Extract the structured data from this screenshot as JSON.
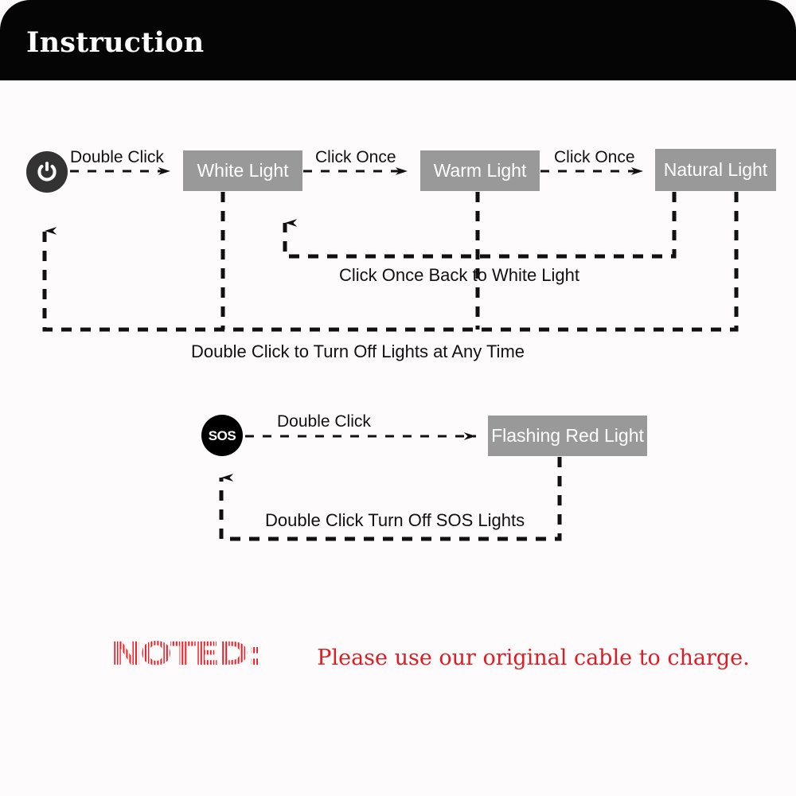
{
  "header": {
    "title": "Instruction",
    "background": "#050505",
    "text_color": "#ffffff"
  },
  "palette": {
    "state_box_fill": "#999999",
    "state_box_text": "#ffffff",
    "power_button_fill": "#333333",
    "sos_button_fill": "#000000",
    "line_color": "#111111",
    "note_red": "#e01b22",
    "page_background": "#fdfbfb"
  },
  "diagram": {
    "buttons": [
      {
        "name": "power-button",
        "icon": "power-icon",
        "label": ""
      },
      {
        "name": "sos-button",
        "icon": "sos-icon",
        "label": "SOS"
      }
    ],
    "states": [
      {
        "id": "white",
        "label": "White Light"
      },
      {
        "id": "warm",
        "label": "Warm Light"
      },
      {
        "id": "natural",
        "label": "Natural Light"
      },
      {
        "id": "flash",
        "label": "Flashing Red Light"
      }
    ],
    "edge_labels": {
      "power_to_white": "Double Click",
      "white_to_warm": "Click Once",
      "warm_to_natural": "Click Once",
      "sos_to_flash": "Double  Click"
    },
    "captions": {
      "back_to_white": "Click Once Back to White Light",
      "turn_off_all": "Double Click to Turn Off Lights at Any Time",
      "turn_off_sos": "Double Click Turn Off SOS Lights"
    }
  },
  "note": {
    "keyword": "NOTED:",
    "message": "Please use our original cable to charge."
  }
}
